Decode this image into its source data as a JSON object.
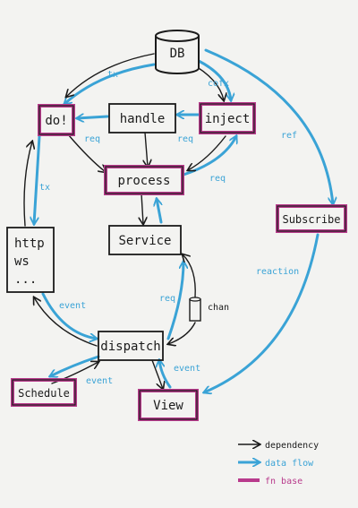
{
  "colors": {
    "dependency": "#1b1b1b",
    "data_flow": "#3aa3d6",
    "fn_base": "#b83a8c",
    "background": "#f3f3f1"
  },
  "nodes": {
    "db": "DB",
    "do": "do!",
    "handle": "handle",
    "inject": "inject",
    "process": "process",
    "service": "Service",
    "http_line1": "http",
    "http_line2": "ws",
    "http_line3": "...",
    "subscribe": "Subscribe",
    "dispatch": "dispatch",
    "schedule": "Schedule",
    "view": "View",
    "chan": "chan"
  },
  "edge_labels": {
    "db_to_do": "tx",
    "db_to_inject": "cofx",
    "db_to_subscribe": "ref",
    "handle_to_do": "req",
    "inject_to_handle": "req",
    "process_to_inject": "req",
    "do_to_http": "tx",
    "subscribe_to_view": "reaction",
    "service_to_dispatch": "req",
    "http_to_dispatch": "event",
    "dispatch_to_schedule": "event",
    "view_to_dispatch": "event"
  },
  "legend": {
    "dependency": "dependency",
    "data_flow": "data flow",
    "fn_base": "fn base"
  }
}
